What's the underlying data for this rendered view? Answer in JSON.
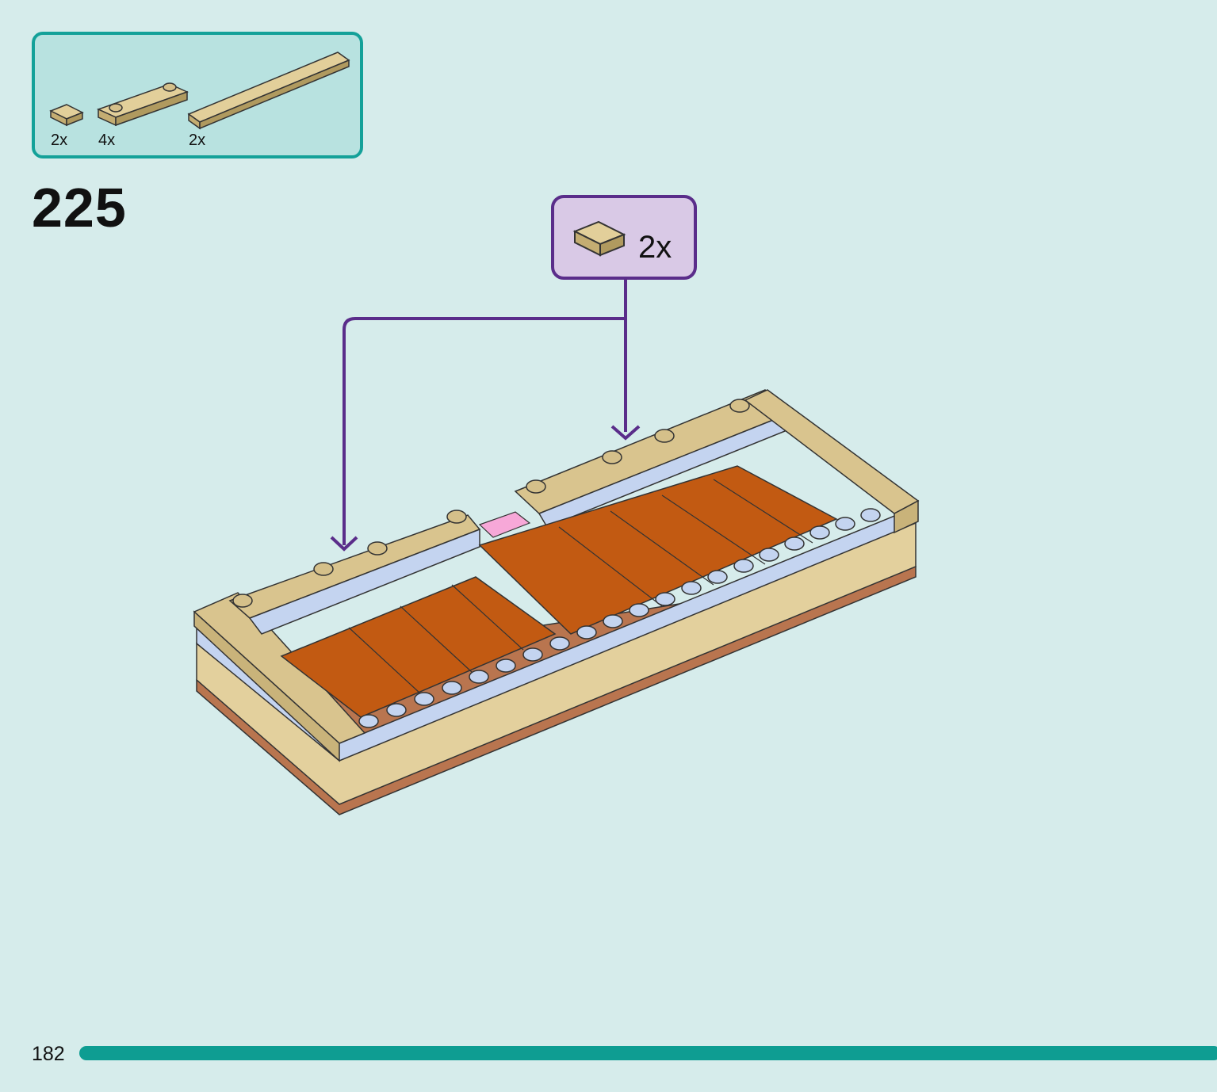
{
  "parts_list": {
    "items": [
      {
        "icon": "tile-1x1-tan-icon",
        "count": "2x"
      },
      {
        "icon": "plate-1x4-tan-icon",
        "count": "4x"
      },
      {
        "icon": "tile-1x8-tan-icon",
        "count": "2x"
      }
    ]
  },
  "step": {
    "number": "225"
  },
  "callout": {
    "icon": "tile-1x1-tan-icon",
    "count": "2x"
  },
  "footer": {
    "page_number": "182"
  },
  "colors": {
    "background": "#d6eceb",
    "accent": "#14a199",
    "callout_border": "#5a2d8a",
    "callout_fill": "#d9c9e6",
    "tan": "#d5c08a",
    "dark_orange": "#c25a12",
    "light_blue": "#c4d4f0",
    "pink": "#f7a8d8"
  }
}
